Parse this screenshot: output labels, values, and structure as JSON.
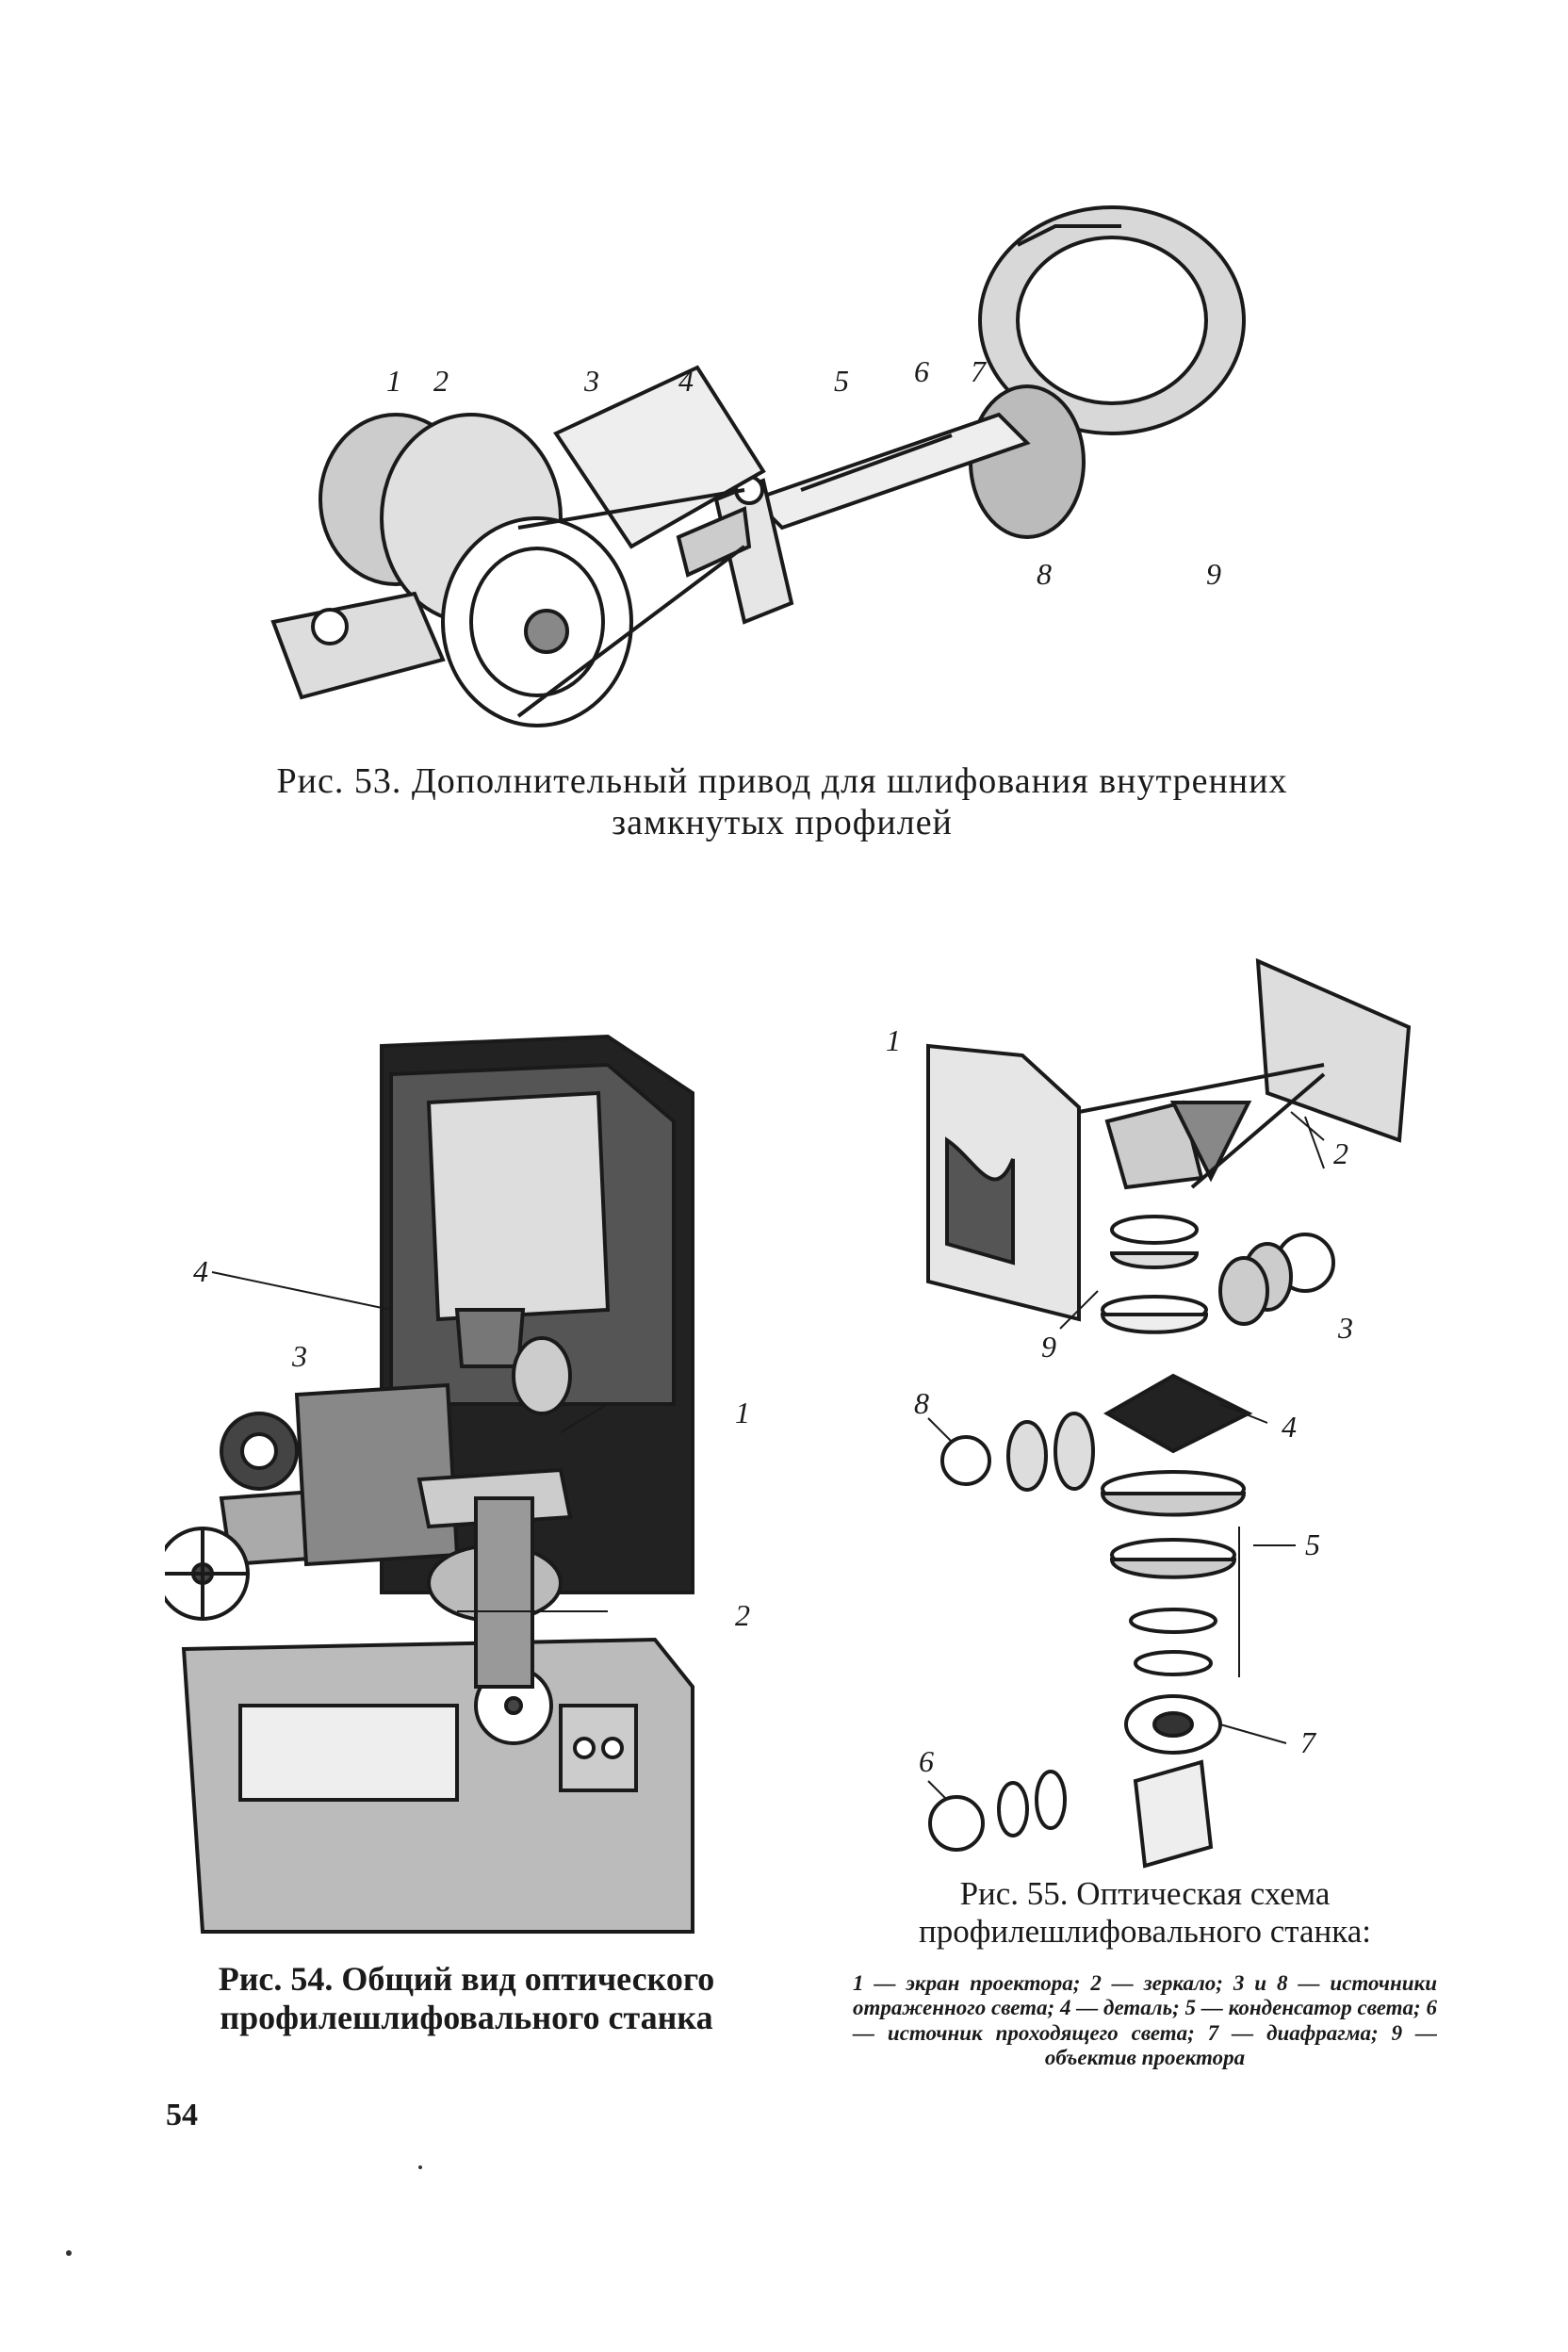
{
  "page_number": "54",
  "figure_53": {
    "caption_line1": "Рис. 53. Дополнительный привод для шлифования внутренних",
    "caption_line2": "замкнутых профилей",
    "labels": [
      "1",
      "2",
      "3",
      "4",
      "5",
      "6",
      "7",
      "8",
      "9"
    ]
  },
  "figure_54": {
    "caption": "Рис. 54. Общий вид оптического профилешлифовального станка",
    "labels": [
      "1",
      "2",
      "3",
      "4"
    ]
  },
  "figure_55": {
    "caption": "Рис. 55. Оптическая схема профилешлифовального станка:",
    "legend": "1 — экран проектора; 2 — зеркало; 3 и 8 — источники отраженного света; 4 — деталь; 5 — конденсатор света; 6 — источник проходящего света; 7 — диафрагма; 9 — объектив проектора",
    "labels": [
      "1",
      "2",
      "3",
      "4",
      "5",
      "6",
      "7",
      "8",
      "9"
    ]
  }
}
